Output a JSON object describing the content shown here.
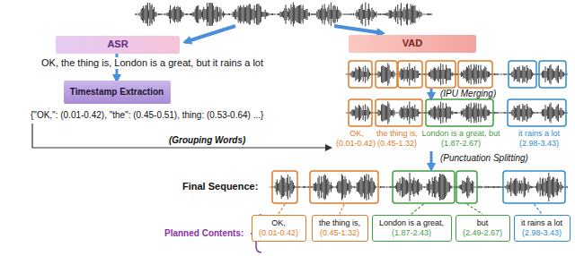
{
  "diagram": {
    "nodes": [
      {
        "text": [
          "ASR"
        ]
      },
      {
        "text": [
          "Timestamp Extraction"
        ]
      },
      {
        "text": [
          "VAD"
        ]
      },
      {
        "text": [
          "OK,",
          "(0.01-0.42)"
        ]
      },
      {
        "text": [
          "the thing is,",
          "(0.45-1.32)"
        ]
      },
      {
        "text": [
          "London is a great,",
          "(1.87-2.43)"
        ]
      },
      {
        "text": [
          "but",
          "(2.49-2.67)"
        ]
      },
      {
        "text": [
          "it rains a lot",
          "(2.98-3.43)"
        ]
      }
    ],
    "edges": [
      {
        "from": 0,
        "to": 1,
        "arrow": "to"
      }
    ],
    "labels": [
      "OK, the thing is, London is a great, but it rains a lot",
      "{\"OK,\": (0.01-0.42), \"the\": (0.45-0.51), thing: (0.53-0.64) ...}",
      "(IPU Merging)",
      "OK,",
      "(0.01-0.42)",
      "the thing is,",
      "(0.45-1.32)",
      "London is a great, but",
      "(1.87-2.67)",
      "it rains a lot",
      "(2.98-3.43)",
      "(Grouping Words)",
      "(Punctuation Splitting)",
      "Final Sequence:",
      "Planned Contents:"
    ]
  }
}
